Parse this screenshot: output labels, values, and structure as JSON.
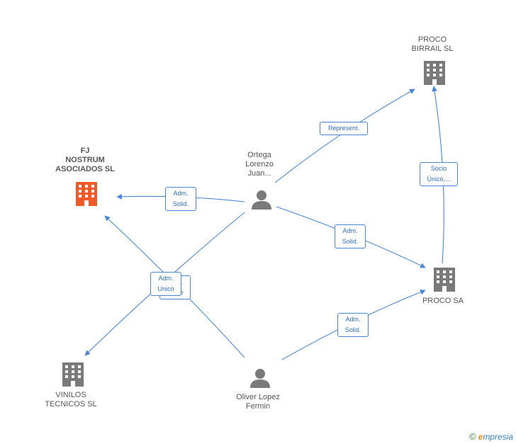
{
  "colors": {
    "edge": "#4a86d6",
    "company": "#7a7a7a",
    "focus_company": "#f05a28",
    "person": "#7a7a7a"
  },
  "nodes": {
    "fj": {
      "lines": [
        "FJ",
        "NOSTRUM",
        "ASOCIADOS SL"
      ],
      "icon": "building-icon"
    },
    "proco_birrail": {
      "lines": [
        "PROCO",
        "BIRRAIL  SL"
      ],
      "icon": "building-icon"
    },
    "proco_sa": {
      "lines": [
        "PROCO SA"
      ],
      "icon": "building-icon"
    },
    "vinilos": {
      "lines": [
        "VINILOS",
        "TECNICOS SL"
      ],
      "icon": "building-icon"
    },
    "ortega": {
      "lines": [
        "Ortega",
        "Lorenzo",
        "Juan..."
      ],
      "icon": "person-icon"
    },
    "oliver": {
      "lines": [
        "Oliver Lopez",
        "Fermin"
      ],
      "icon": "person-icon"
    }
  },
  "edges": {
    "ortega_fj": [
      "Adm.",
      "Solid."
    ],
    "ortega_birrail": [
      "Represent."
    ],
    "ortega_procosa": [
      "Adm.",
      "Solid."
    ],
    "procosa_birrail": [
      "Socio",
      "Único,..."
    ],
    "oliver_procosa": [
      "Adm.",
      "Solid."
    ],
    "oliver_vinilos_back": [
      "Adm.",
      "Unico"
    ],
    "ortega_vinilos": [
      "Adm.",
      "Unico"
    ]
  },
  "brand": {
    "copyright": "©",
    "e": "e",
    "rest": "mpresia"
  }
}
